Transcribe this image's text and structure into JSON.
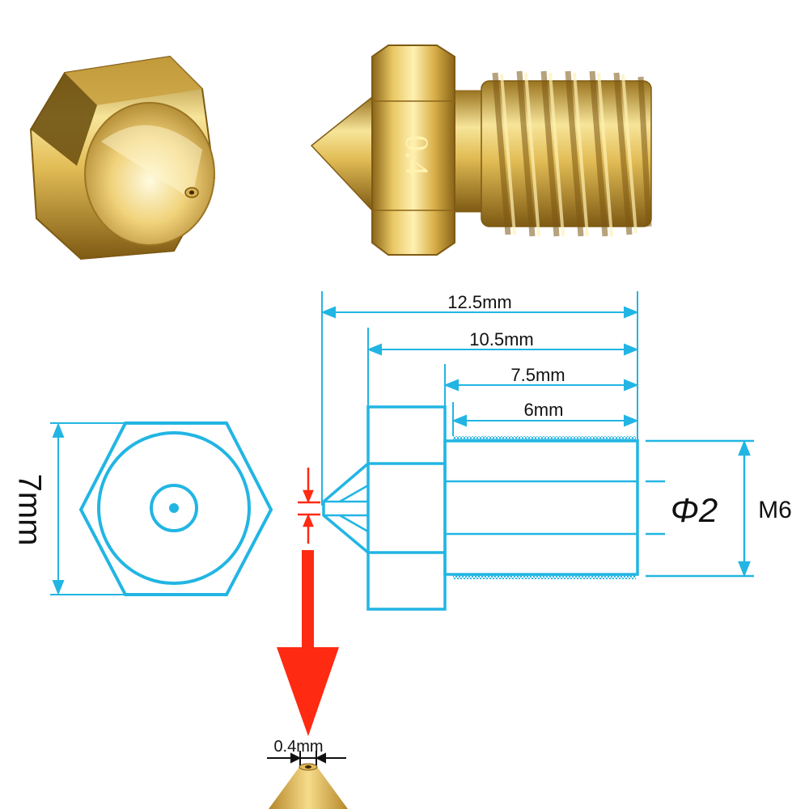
{
  "colors": {
    "line": "#22b5e3",
    "arrow": "#ff2a12",
    "brass_light": "#f7e59a",
    "brass_mid": "#d9b04a",
    "brass_dark": "#8a6418",
    "text": "#111111"
  },
  "product": {
    "nozzle_engraving": "0.4"
  },
  "dimensions": {
    "overall_length": "12.5mm",
    "body_length": "10.5mm",
    "shank_length": "7.5mm",
    "thread_length": "6mm",
    "hex_width": "7mm",
    "bore_diameter": "Φ2",
    "thread_size": "M6",
    "tip_hole": "0.4mm"
  }
}
